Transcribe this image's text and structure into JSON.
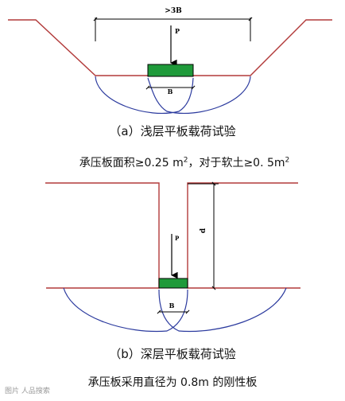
{
  "colors": {
    "ground_line": "#b23a3a",
    "slip_curve": "#2b3a9e",
    "plate_fill": "#1f9a3a",
    "dim_line": "#000000"
  },
  "diagram_a": {
    "width_label": ">3B",
    "load_label": "P",
    "plate_label": "B",
    "caption": "（a）浅层平板载荷试验",
    "note_prefix": "承压板面积≥0.25 m",
    "note_mid": "，对于软土≥0. 5m",
    "note_sup": "2"
  },
  "diagram_b": {
    "load_label": "P",
    "depth_label": "d",
    "plate_label": "B",
    "caption": "（b）深层平板载荷试验",
    "note": "承压板采用直径为 0.8m 的刚性板"
  },
  "watermark": "图片 人品搜索"
}
